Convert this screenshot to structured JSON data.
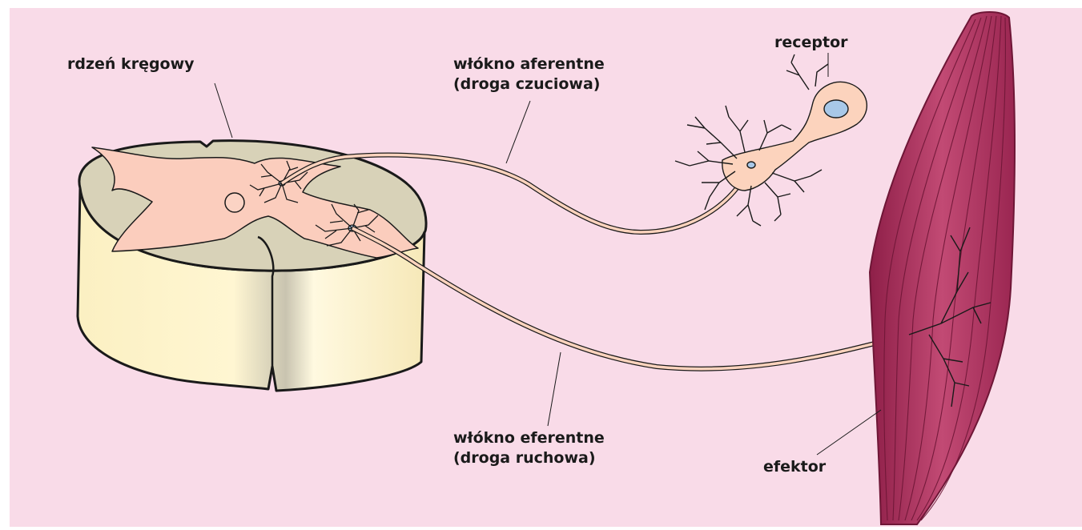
{
  "colors": {
    "background": "#f9dbe8",
    "cord_top": "#d8d2b8",
    "cord_side": "#fff3c6",
    "grey_matter": "#fbcdbd",
    "neuron_body": "#fcd3bd",
    "nucleus": "#a8c8e8",
    "muscle": "#b0335f",
    "outline": "#1a1a1a"
  },
  "labels": {
    "spinal_cord": "rdzeń kręgowy",
    "afferent_line1": "włókno aferentne",
    "afferent_line2": "(droga czuciowa)",
    "receptor": "receptor",
    "efferent_line1": "włókno eferentne",
    "efferent_line2": "(droga ruchowa)",
    "effector": "efektor"
  }
}
